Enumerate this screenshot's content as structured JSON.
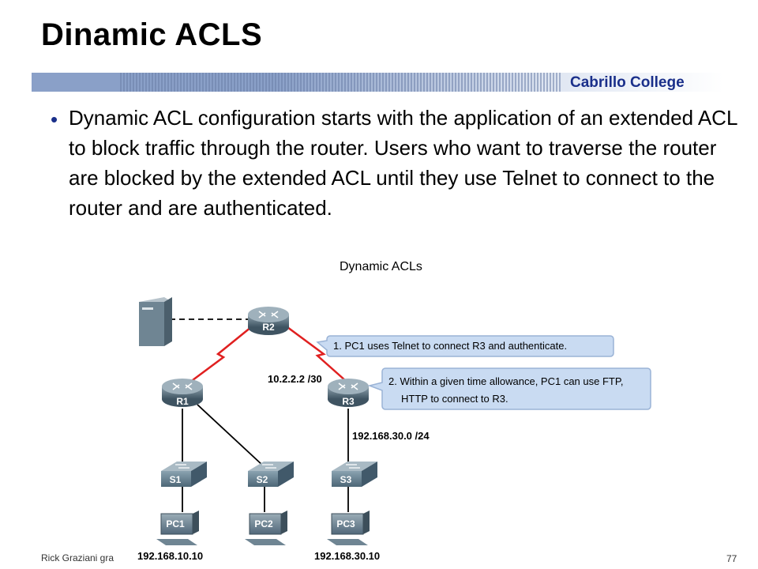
{
  "slide": {
    "title": "Dinamic ACLS",
    "brand": "Cabrillo College",
    "bullet": "Dynamic ACL configuration starts with the application of an extended ACL to block traffic through the router. Users who want to traverse the router are blocked by the extended ACL until they use Telnet to connect to the router and are authenticated.",
    "footer_author": "Rick Graziani  gra",
    "page_number": "77"
  },
  "diagram": {
    "title": "Dynamic ACLs",
    "devices": {
      "r1": "R1",
      "r2": "R2",
      "r3": "R3",
      "s1": "S1",
      "s2": "S2",
      "s3": "S3",
      "pc1": "PC1",
      "pc2": "PC2",
      "pc3": "PC3"
    },
    "labels": {
      "serial_ip": "10.2.2.2 /30",
      "lan3_net": "192.168.30.0 /24",
      "pc1_ip": "192.168.10.10",
      "pc3_ip": "192.168.30.10"
    },
    "callouts": {
      "step1": "1. PC1 uses Telnet to connect R3 and authenticate.",
      "step2_line1": "2. Within a given time allowance, PC1 can use FTP,",
      "step2_line2": "HTTP to connect to R3."
    },
    "colors": {
      "router": "#5a6f7c",
      "switch": "#5f7a8a",
      "serial_link": "#e02020",
      "callout_fill": "#c9dbf2",
      "brand": "#1a2f8a"
    },
    "icons": {
      "server": "server-icon",
      "router": "router-icon",
      "switch": "switch-icon",
      "pc": "pc-icon"
    }
  }
}
